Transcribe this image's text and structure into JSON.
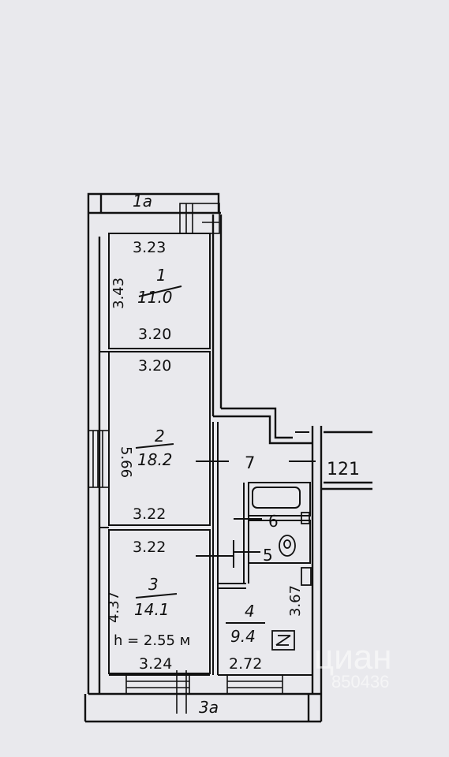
{
  "plan": {
    "rooms": [
      {
        "number": "1",
        "area": "11.0"
      },
      {
        "number": "2",
        "area": "18.2"
      },
      {
        "number": "3",
        "area": "14.1"
      },
      {
        "number": "4",
        "area": "9.4"
      },
      {
        "number": "5",
        "area": ""
      },
      {
        "number": "6",
        "area": ""
      },
      {
        "number": "7",
        "area": ""
      }
    ],
    "dimensions": {
      "room1_width": "3.23",
      "room1_depth": "3.43",
      "room1_bottom": "3.20",
      "room2_top": "3.20",
      "room2_depth": "5.66",
      "room2_bottom": "3.22",
      "room3_top": "3.22",
      "room3_depth": "4.37",
      "room3_bottom": "3.24",
      "room4_width": "2.72",
      "room4_depth": "3.67"
    },
    "balconies": {
      "top": "1a",
      "bottom": "3a"
    },
    "corridor_label": "121",
    "ceiling_height": "h = 2.55 м",
    "watermark": {
      "brand": "циан",
      "id": "850436"
    }
  }
}
